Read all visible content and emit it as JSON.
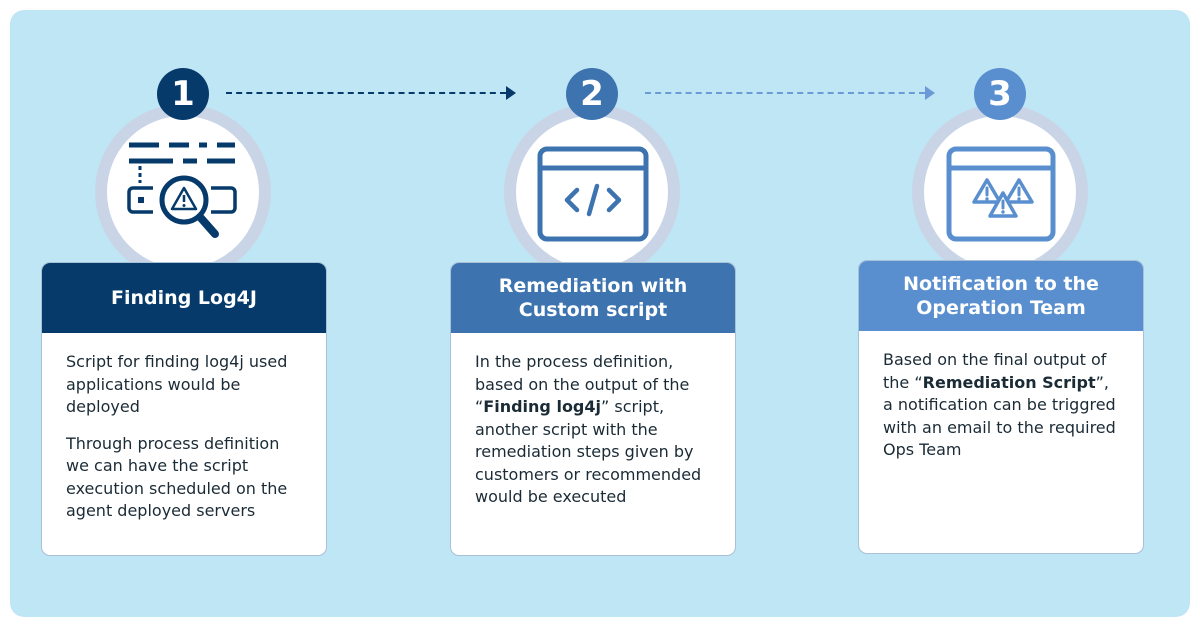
{
  "colors": {
    "background": "#bfe6f5",
    "step1": "#063a6b",
    "step2": "#3d74b0",
    "step3": "#5a8fcf",
    "ring": "#c9d5e6"
  },
  "steps": [
    {
      "number": "1",
      "icon": "magnifier-warning-icon",
      "title": "Finding Log4J",
      "body": [
        [
          {
            "t": "Script for finding log4j used applications would be deployed"
          }
        ],
        [
          {
            "t": "Through process definition we can have the script execution scheduled on the agent deployed servers"
          }
        ]
      ]
    },
    {
      "number": "2",
      "icon": "code-window-icon",
      "title": "Remediation with Custom script",
      "body": [
        [
          {
            "t": "In the process definition, based on the output of the “"
          },
          {
            "t": "Finding log4j",
            "b": true
          },
          {
            "t": "” script, another script with the remediation steps given by customers or recommended would be executed"
          }
        ]
      ]
    },
    {
      "number": "3",
      "icon": "warning-window-icon",
      "title": "Notification to the Operation Team",
      "body": [
        [
          {
            "t": "Based on the final output of the “"
          },
          {
            "t": "Remediation Script",
            "b": true
          },
          {
            "t": "”, a notification can be triggred with an email to the required Ops Team"
          }
        ]
      ]
    }
  ]
}
